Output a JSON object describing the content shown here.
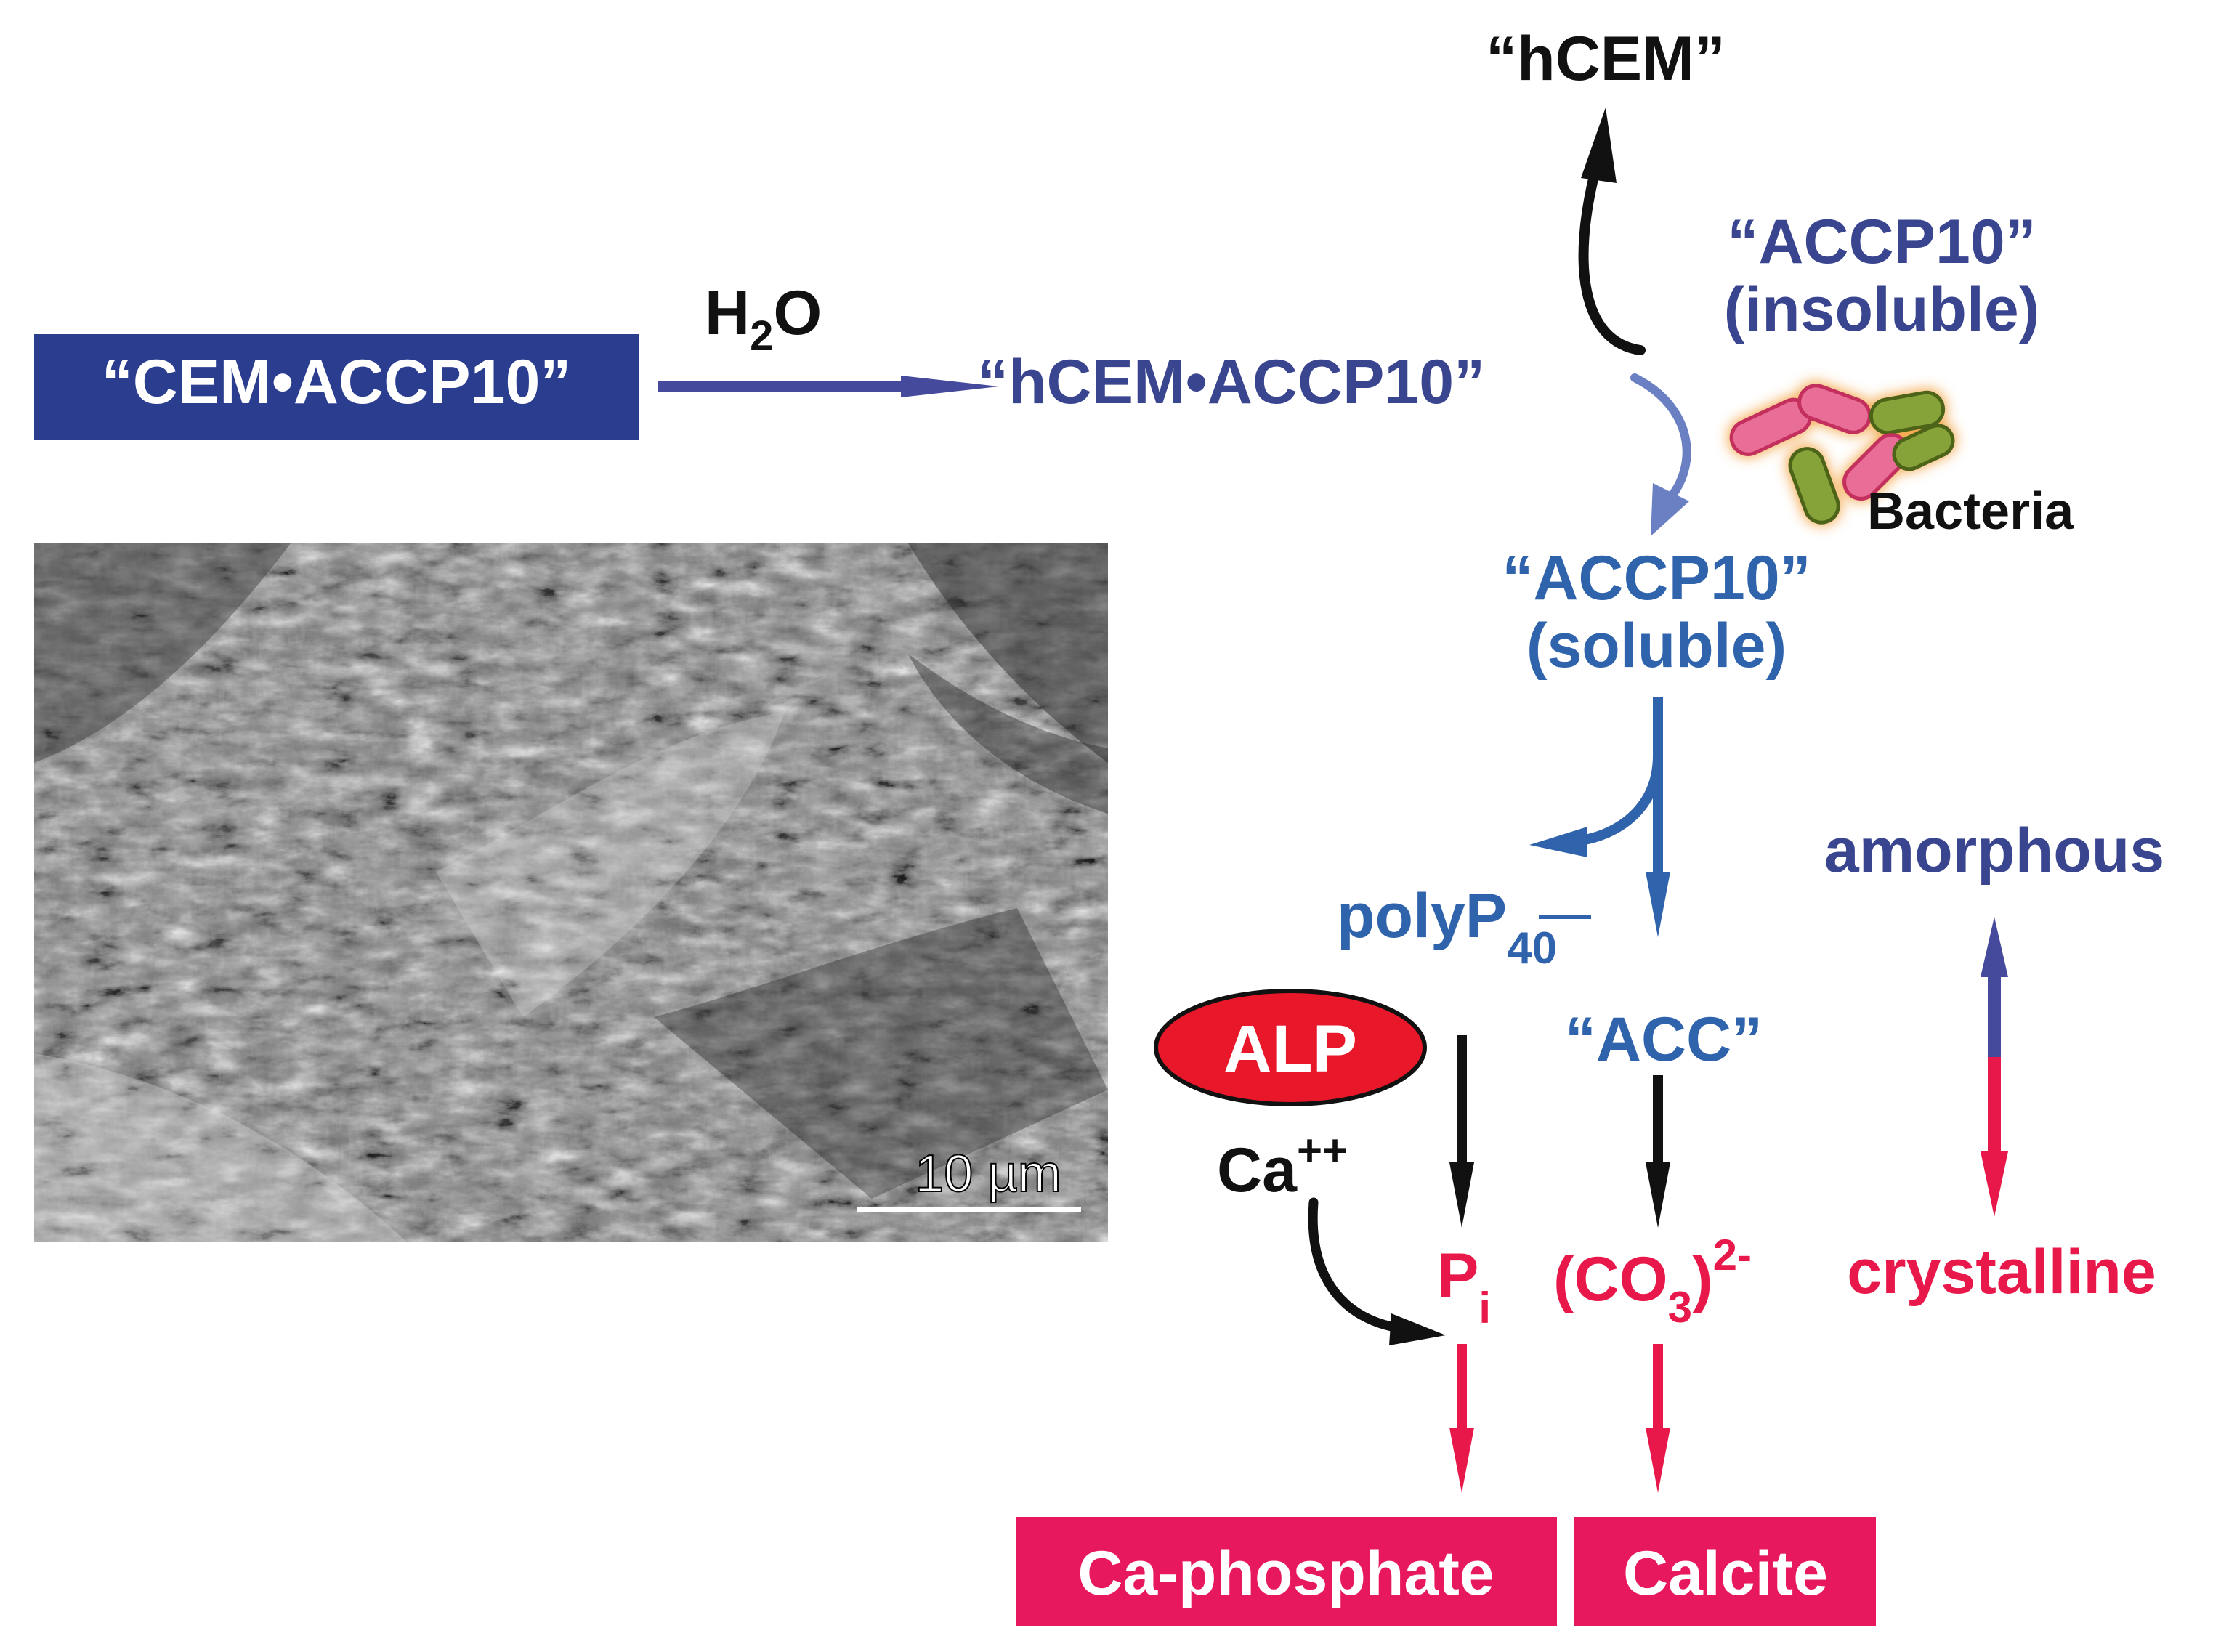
{
  "colors": {
    "navy_box": "#2a3d8f",
    "navy_text": "#3a4590",
    "blue": "#2f63ac",
    "light_blue": "#6b7fc3",
    "black": "#111111",
    "red": "#e8184a",
    "arrow_purple": "#454a9c",
    "bacteria_pink": "#e86d97",
    "bacteria_green": "#86a339",
    "bacteria_halo": "#f29a2e"
  },
  "icons": {
    "bacteria": "bacteria-icon",
    "sem_image": "sem-micrograph-image"
  },
  "labels": {
    "cem_accp10": "“CEM•ACCP10”",
    "h2o_h": "H",
    "h2o_sub": "2",
    "h2o_o": "O",
    "hcem_accp10": "“hCEM•ACCP10”",
    "hcem": "“hCEM”",
    "accp10_insoluble_line1": "“ACCP10”",
    "accp10_insoluble_line2": "(insoluble)",
    "bacteria": "Bacteria",
    "accp10_soluble_line1": "“ACCP10”",
    "accp10_soluble_line2": "(soluble)",
    "polyp": "polyP",
    "polyp_sub": "40",
    "acc": "“ACC”",
    "alp": "ALP",
    "ca": "Ca",
    "ca_sup": "++",
    "pi_p": "P",
    "pi_sub": "i",
    "co3_open": "(CO",
    "co3_sub": "3",
    "co3_close": ")",
    "co3_sup": "2-",
    "amorphous": "amorphous",
    "crystalline": "crystalline",
    "ca_phosphate": "Ca-phosphate",
    "calcite": "Calcite",
    "scale_bar": "10 µm"
  }
}
